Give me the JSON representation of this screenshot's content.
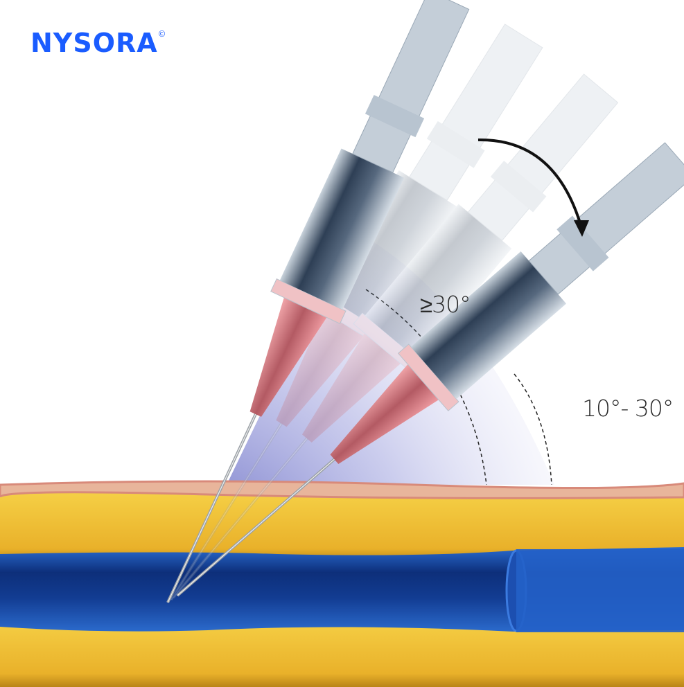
{
  "brand": {
    "name": "NYSORA",
    "mark": "©",
    "color": "#1a5cff"
  },
  "labels": {
    "steep_angle": "≥30°",
    "shallow_angle": "10°- 30°"
  },
  "colors": {
    "vein": "#1f5fc4",
    "fat": "#f2c230",
    "skin": "#e9b59a",
    "hub": "#e37f86"
  }
}
